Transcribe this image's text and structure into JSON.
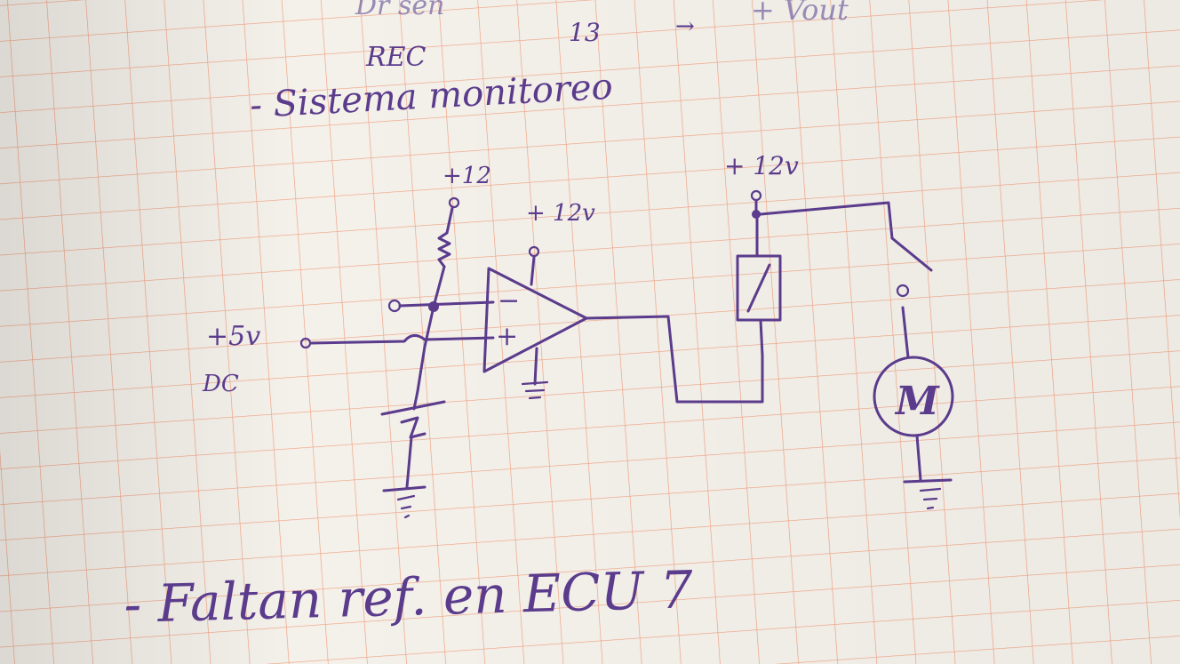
{
  "notes": {
    "top_fragment_left": "Dr sen",
    "top_fragment_right": "+ Vout",
    "rec_label": "REC",
    "rec_number": "13",
    "rec_arrow": "→",
    "monitoring_line": "- Sistema monitoreo",
    "bottom_line": "- Faltan ref. en ECU 7"
  },
  "circuit": {
    "supply_pot": "+12",
    "supply_opamp": "+ 12v",
    "supply_relay": "+ 12v",
    "input_voltage": "+5v",
    "input_type": "DC",
    "opamp_inverting": "−",
    "opamp_noninverting": "+",
    "motor_symbol": "M"
  },
  "colors": {
    "ink": "#5a3b8c",
    "grid": "#f0a080",
    "paper": "#f3efe8"
  }
}
